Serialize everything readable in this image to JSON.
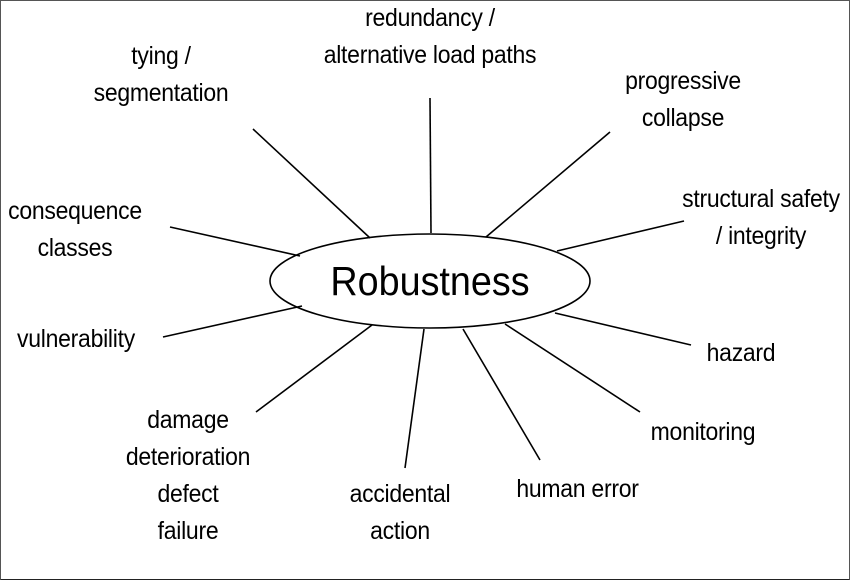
{
  "center": {
    "label": "Robustness"
  },
  "nodes": [
    {
      "id": "redundancy",
      "lines": [
        "redundancy /",
        "alternative load paths"
      ]
    },
    {
      "id": "tying",
      "lines": [
        "tying /",
        "segmentation"
      ]
    },
    {
      "id": "progressive",
      "lines": [
        "progressive",
        "collapse"
      ]
    },
    {
      "id": "consequence",
      "lines": [
        "consequence",
        "classes"
      ]
    },
    {
      "id": "structural",
      "lines": [
        "structural safety",
        "/ integrity"
      ]
    },
    {
      "id": "vulnerability",
      "lines": [
        "vulnerability"
      ]
    },
    {
      "id": "hazard",
      "lines": [
        "hazard"
      ]
    },
    {
      "id": "damage",
      "lines": [
        "damage",
        "deterioration",
        "defect",
        "failure"
      ]
    },
    {
      "id": "monitoring",
      "lines": [
        "monitoring"
      ]
    },
    {
      "id": "accidental",
      "lines": [
        "accidental",
        "action"
      ]
    },
    {
      "id": "human-error",
      "lines": [
        "human error"
      ]
    }
  ]
}
